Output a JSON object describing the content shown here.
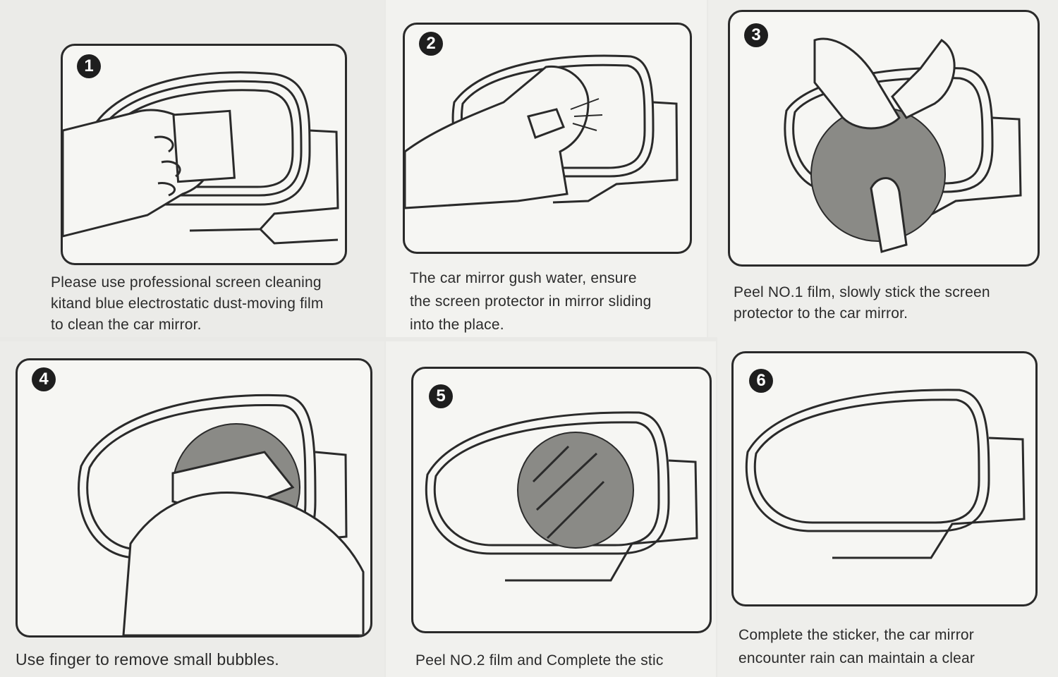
{
  "steps": [
    {
      "number": "1",
      "lines": [
        "Please use professional screen cleaning",
        "kitand blue electrostatic dust-moving film",
        "to clean the car mirror."
      ]
    },
    {
      "number": "2",
      "lines": [
        "The car mirror gush water, ensure",
        "the screen protector in mirror sliding",
        "into the place."
      ]
    },
    {
      "number": "3",
      "lines": [
        "Peel NO.1 film, slowly stick the screen",
        "protector to the car mirror."
      ]
    },
    {
      "number": "4",
      "lines": [
        "Use finger to remove small bubbles."
      ]
    },
    {
      "number": "5",
      "lines": [
        "Peel NO.2 film and Complete the stic"
      ]
    },
    {
      "number": "6",
      "lines": [
        "Complete the sticker, the car mirror",
        "encounter rain can maintain a clear"
      ]
    }
  ],
  "colors": {
    "ink": "#2a2a2a",
    "film": "#8a8a86",
    "paper": "#f6f6f3"
  }
}
